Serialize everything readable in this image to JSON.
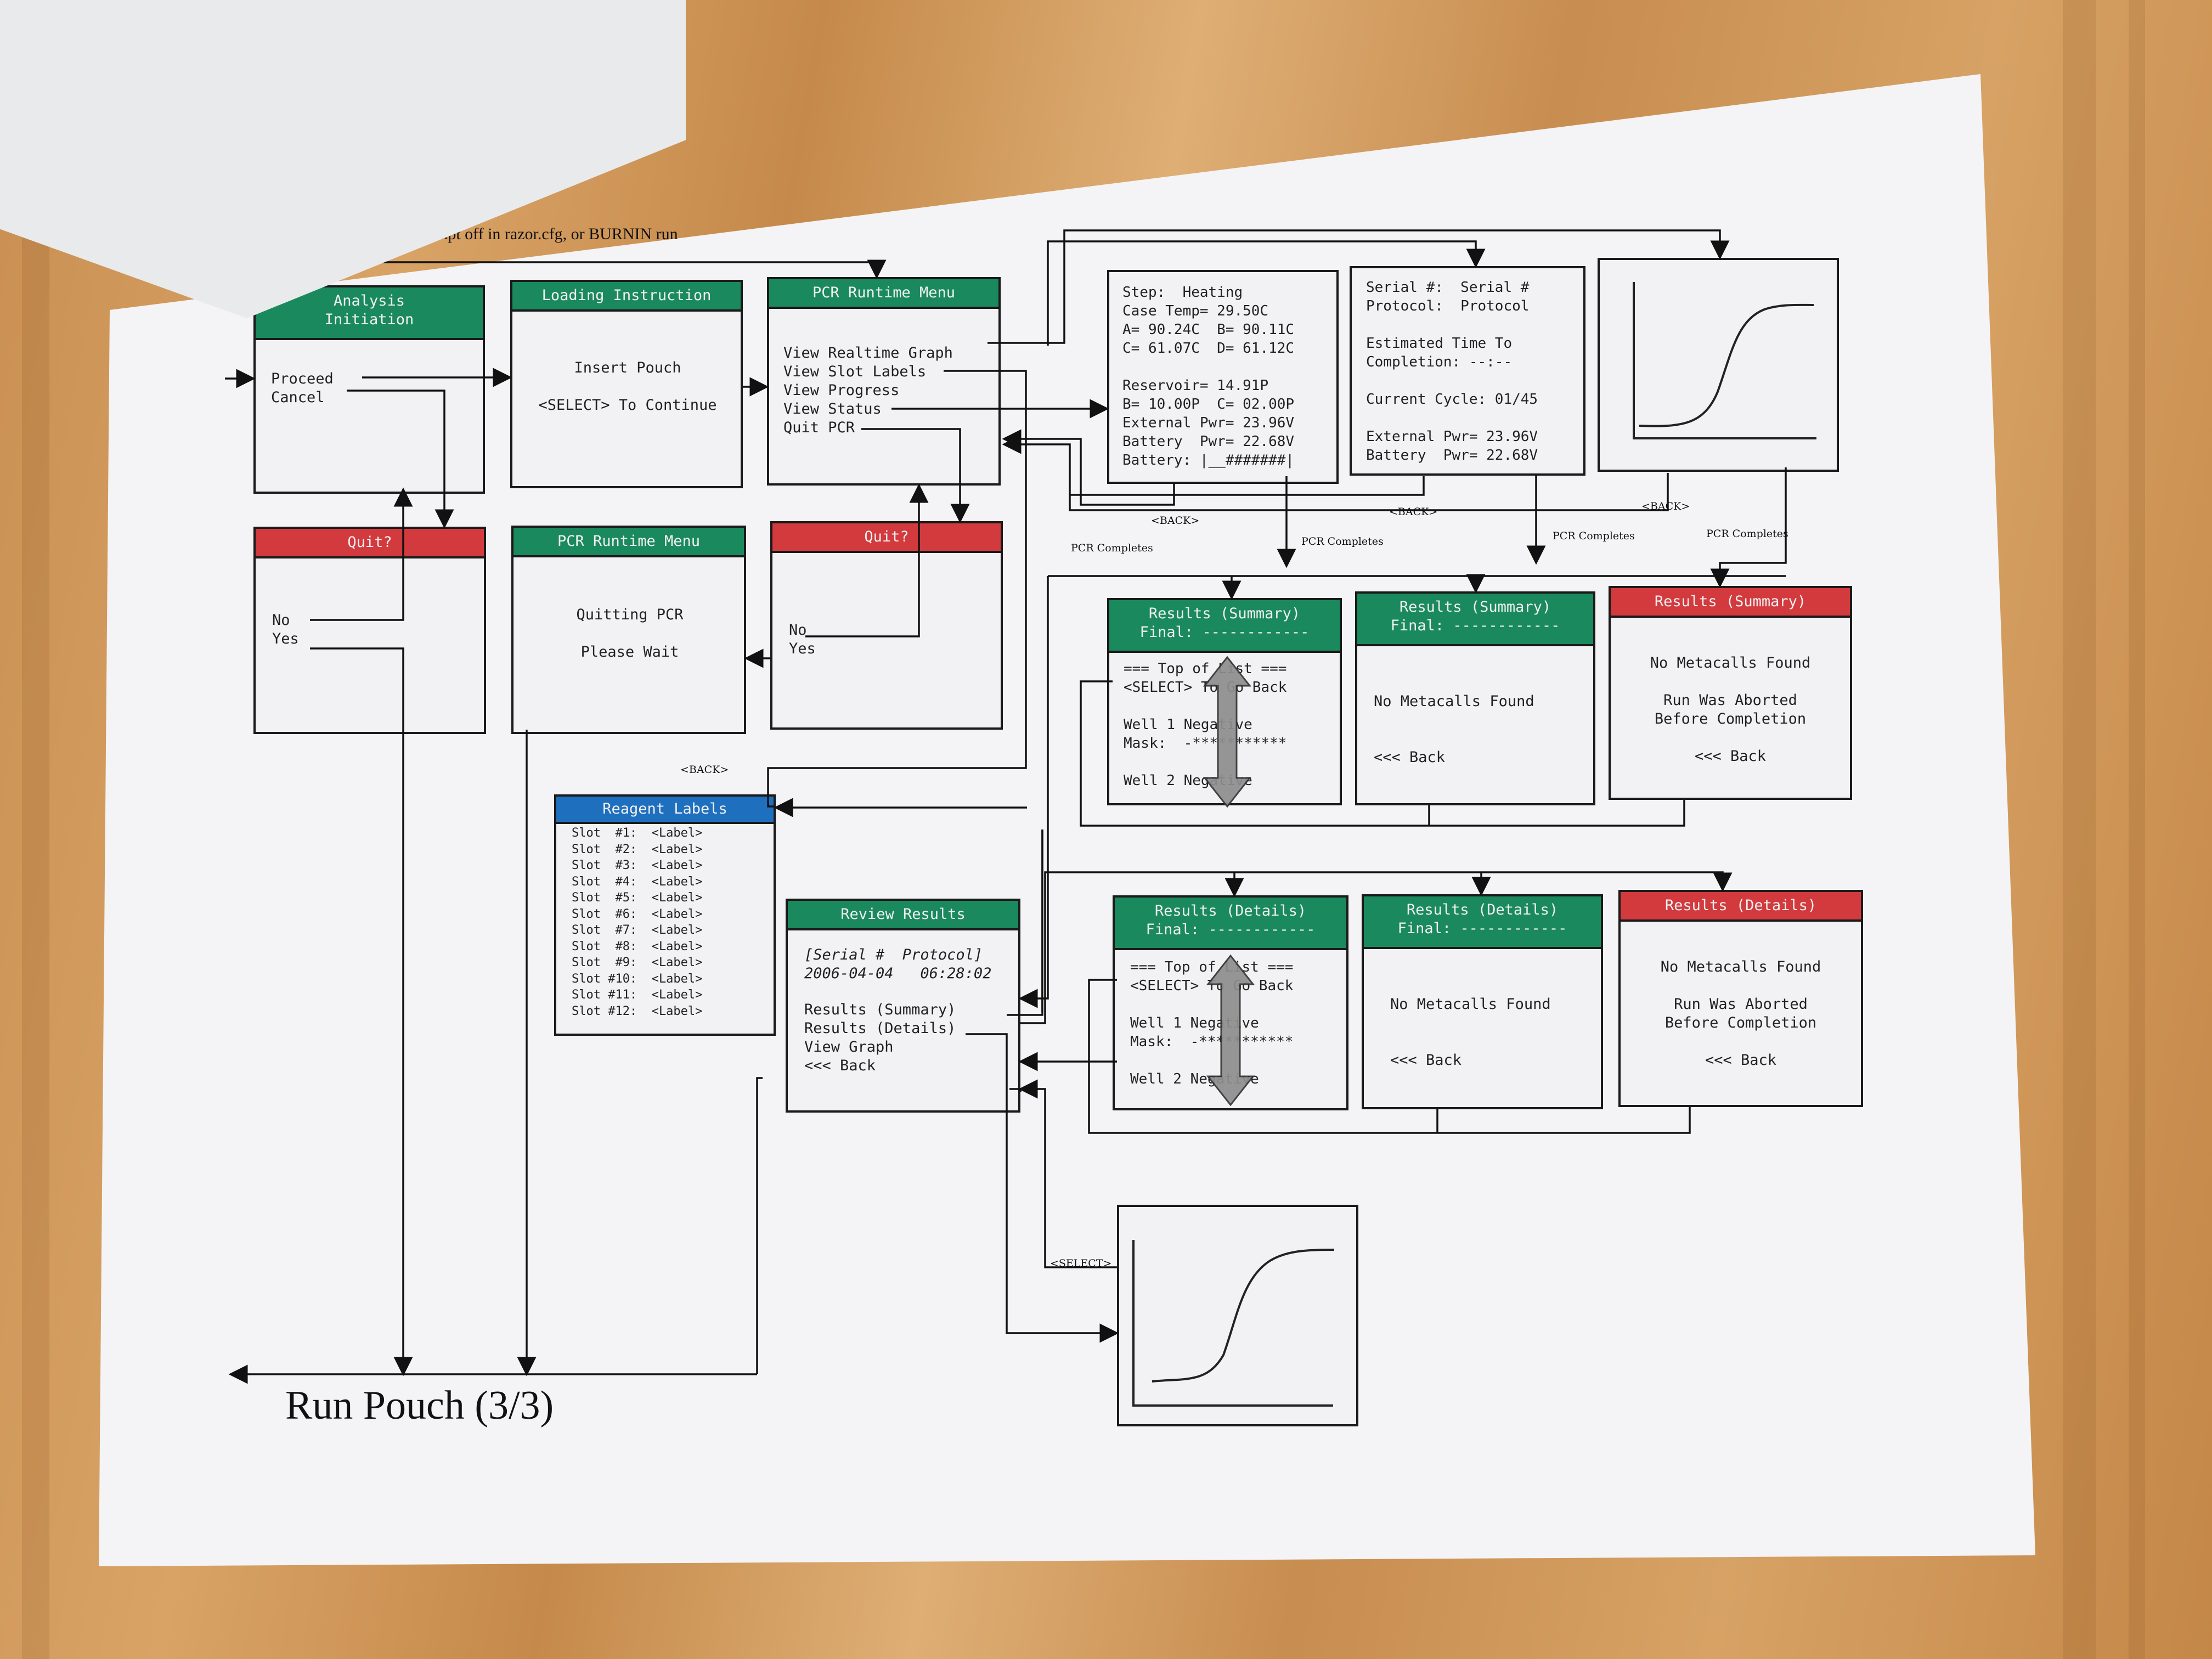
{
  "page_title": "Run Pouch (3/3)",
  "top_note": "Pouch-prompt off in razor.cfg, or BURNIN run",
  "labels": {
    "back": "<BACK>",
    "pcr_completes": "PCR Completes",
    "select": "<SELECT>"
  },
  "screens": {
    "analysis": {
      "title": "Analysis\nInitiation",
      "body": "Proceed\nCancel"
    },
    "loading": {
      "title": "Loading Instruction",
      "body": "Insert Pouch\n\n<SELECT> To Continue"
    },
    "runtime_menu": {
      "title": "PCR Runtime Menu",
      "body": "View Realtime Graph\nView Slot Labels\nView Progress\nView Status\nQuit PCR"
    },
    "quit1": {
      "title": "Quit?",
      "body": "No\nYes"
    },
    "quitting": {
      "title": "PCR Runtime Menu",
      "body": "Quitting PCR\n\nPlease Wait"
    },
    "quit2": {
      "title": "Quit?",
      "body": "No\nYes"
    },
    "status": {
      "body": "Step:  Heating\nCase Temp= 29.50C\nA= 90.24C  B= 90.11C\nC= 61.07C  D= 61.12C\n\nReservoir= 14.91P\nB= 10.00P  C= 02.00P\nExternal Pwr= 23.96V\nBattery  Pwr= 22.68V\nBattery: |__#######|"
    },
    "progress": {
      "body": "Serial #:  Serial #\nProtocol:  Protocol\n\nEstimated Time To\nCompletion: --:--\n\nCurrent Cycle: 01/45\n\nExternal Pwr= 23.96V\nBattery  Pwr= 22.68V"
    },
    "reagent": {
      "title": "Reagent Labels",
      "slots": [
        "Slot  #1:  <Label>",
        "Slot  #2:  <Label>",
        "Slot  #3:  <Label>",
        "Slot  #4:  <Label>",
        "Slot  #5:  <Label>",
        "Slot  #6:  <Label>",
        "Slot  #7:  <Label>",
        "Slot  #8:  <Label>",
        "Slot  #9:  <Label>",
        "Slot #10:  <Label>",
        "Slot #11:  <Label>",
        "Slot #12:  <Label>"
      ]
    },
    "review": {
      "title": "Review Results",
      "meta": "[Serial #  Protocol]\n2006-04-04   06:28:02",
      "body": "Results (Summary)\nResults (Details)\nView Graph\n<<< Back"
    },
    "sum1": {
      "title": "Results (Summary)\nFinal: ------------",
      "body": "=== Top of List ===\n<SELECT> To Go Back\n\nWell 1 Negative\nMask:  -***********\n\nWell 2 Negative"
    },
    "sum2": {
      "title": "Results (Summary)\nFinal: ------------",
      "body": "No Metacalls Found\n\n\n<<< Back"
    },
    "sum3": {
      "title": "Results (Summary)",
      "body": "No Metacalls Found\n\nRun Was Aborted\nBefore Completion\n\n<<< Back"
    },
    "det1": {
      "title": "Results (Details)\nFinal: ------------",
      "body": "=== Top of List ===\n<SELECT> To Go Back\n\nWell 1 Negative\nMask:  -***********\n\nWell 2 Negative"
    },
    "det2": {
      "title": "Results (Details)\nFinal: ------------",
      "body": "No Metacalls Found\n\n\n<<< Back"
    },
    "det3": {
      "title": "Results (Details)",
      "body": "No Metacalls Found\n\nRun Was Aborted\nBefore Completion\n\n<<< Back"
    }
  },
  "colors": {
    "green": "#1a8a5e",
    "red": "#d23a3e",
    "blue": "#1f6fbf"
  }
}
